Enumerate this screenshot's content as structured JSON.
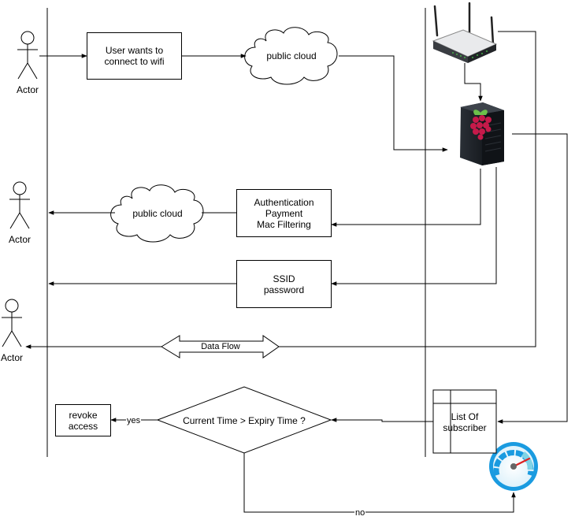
{
  "actors": {
    "actor1": "Actor",
    "actor2": "Actor",
    "actor3": "Actor"
  },
  "nodes": {
    "connect_wifi": "User wants to\nconnect to wifi",
    "cloud_top": "public cloud",
    "cloud_mid": "public cloud",
    "auth_box": "Authentication\nPayment\nMac Filtering",
    "ssid_box": "SSID\npassword",
    "decision": "Current Time > Expiry Time ?",
    "revoke_box": "revoke\naccess",
    "subscriber_list": "List Of\nsubscriber"
  },
  "edges": {
    "yes_label": "yes",
    "no_label": "no",
    "data_flow_label": "Data Flow"
  },
  "icons": {
    "router": "wifi-router-icon",
    "server": "raspberry-pi-server-icon",
    "gauge": "speedometer-gauge-icon"
  },
  "colors": {
    "line": "#000000",
    "gauge_blue": "#1a9be0",
    "raspberry_red": "#c51a4a",
    "leaf_green": "#6cc04a"
  }
}
